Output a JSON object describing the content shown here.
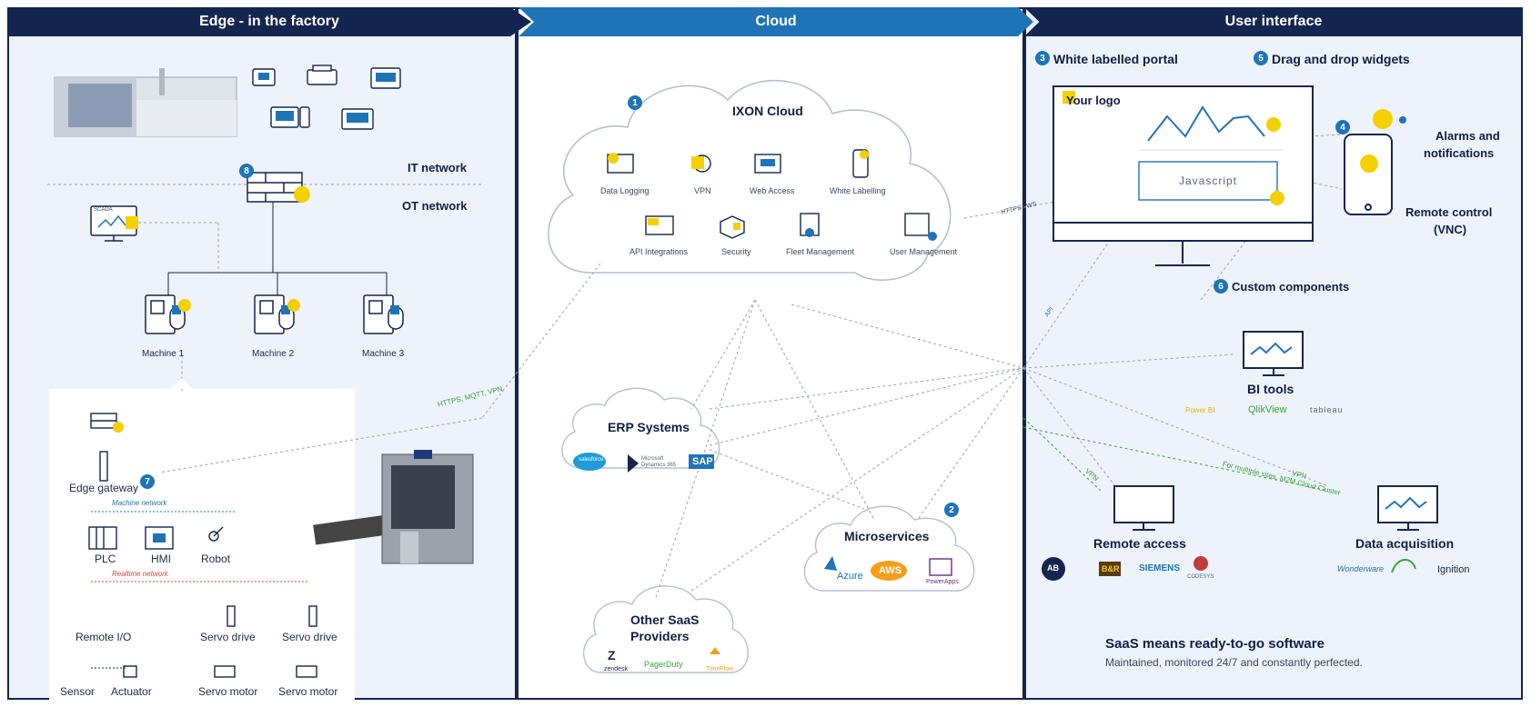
{
  "headers": {
    "edge": "Edge - in the factory",
    "cloud": "Cloud",
    "ui": "User interface"
  },
  "edge": {
    "it_network": "IT network",
    "ot_network": "OT network",
    "scada_label": "SCADA",
    "machines": [
      "Machine 1",
      "Machine 2",
      "Machine 3"
    ],
    "edge_gateway": "Edge gateway",
    "machine_network": "Machine network",
    "realtime_network": "Realtime network",
    "devices": [
      "PLC",
      "HMI",
      "Robot"
    ],
    "remote_io": "Remote I/O",
    "servo_drive_1": "Servo drive",
    "servo_drive_2": "Servo drive",
    "sensor": "Sensor",
    "actuator": "Actuator",
    "servo_motor_1": "Servo motor",
    "servo_motor_2": "Servo motor",
    "link_label": "HTTPS, MQTT, VPN",
    "badge_firewall": "8",
    "badge_gateway": "7"
  },
  "cloud": {
    "title": "IXON Cloud",
    "badge": "1",
    "services_row1": [
      "Data Logging",
      "VPN",
      "Web Access",
      "White Labelling"
    ],
    "services_row2": [
      "API Integrations",
      "Security",
      "Fleet Management",
      "User Management"
    ],
    "erp": {
      "title": "ERP Systems",
      "logos": [
        "salesforce",
        "Microsoft Dynamics 365",
        "SAP"
      ]
    },
    "micro": {
      "title": "Microservices",
      "badge": "2",
      "logos": [
        "Azure",
        "AWS",
        "PowerApps"
      ]
    },
    "saas": {
      "title_1": "Other SaaS",
      "title_2": "Providers",
      "logos": [
        "zendesk",
        "PagerDuty",
        "TimeFlow"
      ]
    },
    "link_label": "HTTPS / WS"
  },
  "ui": {
    "portal": {
      "badge": "3",
      "label": "White labelled portal"
    },
    "widgets": {
      "badge": "5",
      "label": "Drag and drop widgets"
    },
    "logo_text": "Your logo",
    "javascript": "Javascript",
    "alarms": {
      "badge": "4",
      "label_1": "Alarms and",
      "label_2": "notifications"
    },
    "remote_control": {
      "label_1": "Remote control",
      "label_2": "(VNC)"
    },
    "custom": {
      "badge": "6",
      "label": "Custom components"
    },
    "bi_tools": "BI tools",
    "bi_logos": [
      "Power BI",
      "QlikView",
      "tableau"
    ],
    "remote_access": "Remote access",
    "remote_logos": [
      "AB",
      "B&R",
      "SIEMENS",
      "CODESYS"
    ],
    "data_acq": "Data acquisition",
    "data_logos": [
      "Wonderware",
      "",
      "Ignition"
    ],
    "api_label": "API",
    "vpn_label": "VPN",
    "vpn2_label_1": "VPN",
    "vpn2_label_2": "For multiple sites, M2M Cloud Cluster",
    "saas_title": "SaaS means ready-to-go software",
    "saas_sub": "Maintained, monitored 24/7 and constantly perfected."
  },
  "colors": {
    "navy": "#14254f",
    "blue": "#1f74b8",
    "yellow": "#f5d000",
    "panel": "#eef2fb"
  }
}
